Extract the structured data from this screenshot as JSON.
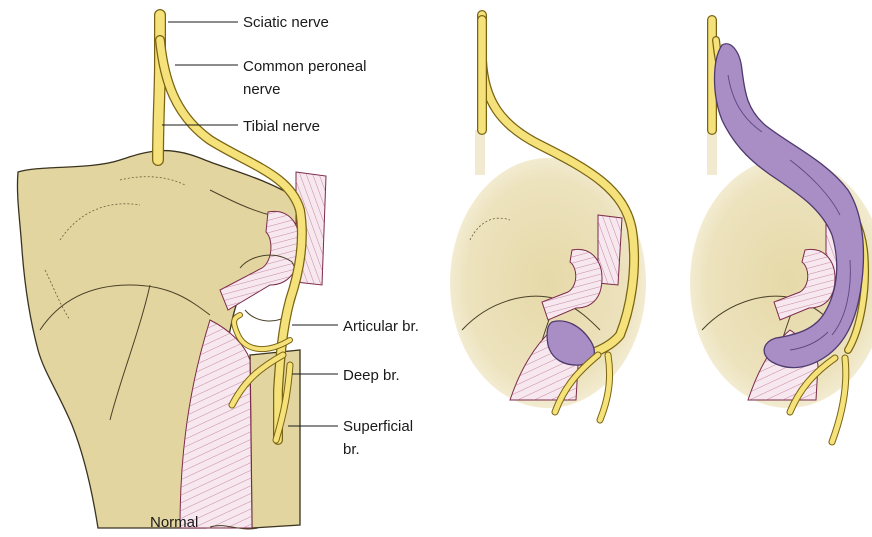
{
  "labels": {
    "sciatic": "Sciatic nerve",
    "common_peroneal_1": "Common peroneal",
    "common_peroneal_2": "nerve",
    "tibial": "Tibial nerve",
    "articular": "Articular br.",
    "deep": "Deep br.",
    "superficial_1": "Superficial",
    "superficial_2": "br.",
    "normal": "Normal"
  },
  "colors": {
    "nerve": "#f6e27a",
    "bone": "#e3d5a0",
    "muscle": "#f7e7ee",
    "cyst": "#a98ec6"
  }
}
